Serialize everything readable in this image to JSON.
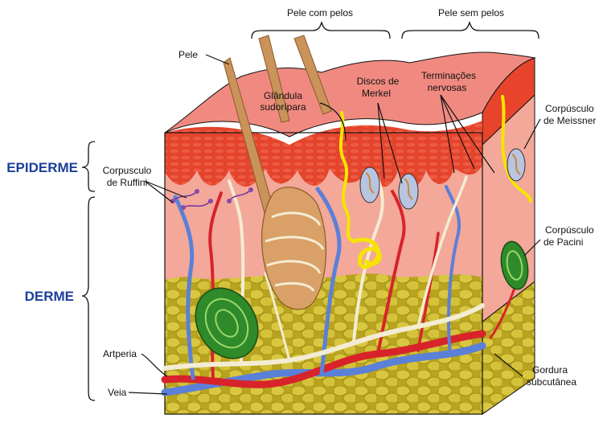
{
  "labels": {
    "pele_com_pelos": "Pele com pelos",
    "pele_sem_pelos": "Pele sem pelos",
    "pele": "Pele",
    "glandula_l1": "Glândula",
    "glandula_l2": "sudorípara",
    "discos_l1": "Discos de",
    "discos_l2": "Merkel",
    "terminacoes_l1": "Terminações",
    "terminacoes_l2": "nervosas",
    "meissner_l1": "Corpúsculo",
    "meissner_l2": "de Meissner",
    "epiderme": "EPIDERME",
    "ruffini_l1": "Corpusculo",
    "ruffini_l2": "de Ruffini",
    "derme": "DERME",
    "pacini_l1": "Corpúsculo",
    "pacini_l2": "de Pacini",
    "artperia": "Artperia",
    "veia": "Veia",
    "gordura_l1": "Gordura",
    "gordura_l2": "subcutânea"
  },
  "colors": {
    "epidermis_top": "#f08a80",
    "epidermis_band": "#e8442c",
    "dermis": "#f3a89a",
    "fat": "#c9b52a",
    "fat_cell": "#d9c740",
    "hair": "#c9935a",
    "artery": "#d8232a",
    "vein": "#5a80d8",
    "nerve": "#f4ecd2",
    "sweat_gland": "#f6e400",
    "pacini": "#2f8a2a",
    "label_blue": "#1c3f9a"
  }
}
